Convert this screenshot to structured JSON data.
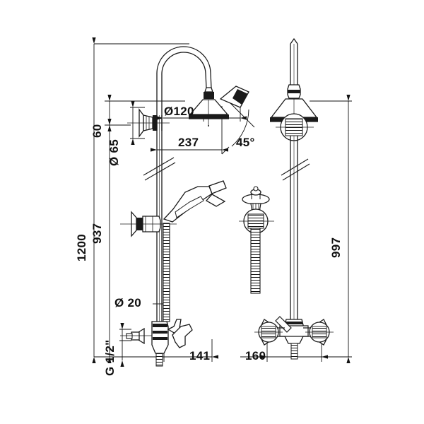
{
  "drawing": {
    "title": "Shower column technical dimension drawing",
    "background_color": "#ffffff",
    "line_color": "#1a1a1a",
    "dimension_color": "#111111",
    "views": [
      {
        "name": "side-elevation-view",
        "label": ""
      },
      {
        "name": "front-elevation-view",
        "label": ""
      },
      {
        "name": "handset-holder-detail-view",
        "label": ""
      }
    ]
  },
  "dimensions": {
    "overall_height": "1200",
    "riser_height": "937",
    "head_offset_vertical": "60",
    "wall_flange_diameter": "Ø 65",
    "shower_head_diameter": "Ø120",
    "head_projection": "237",
    "head_angle": "45°",
    "riser_tube_diameter": "Ø 20",
    "inlet_thread": "G 1/2\"",
    "side_projection": "141",
    "front_width": "160",
    "front_height": "997"
  },
  "labels": {
    "overall_height": "1200",
    "riser_height": "937",
    "head_offset_vertical": "60",
    "wall_flange_diameter": "Ø 65",
    "shower_head_diameter": "Ø120",
    "head_projection": "237",
    "head_angle": "45°",
    "riser_tube_diameter": "Ø 20",
    "inlet_thread": "G 1/2\"",
    "side_projection": "141",
    "front_width": "160",
    "front_height": "997"
  },
  "components": {
    "gooseneck_arm": "gooseneck-arm",
    "shower_head": "shower-head",
    "wall_flange": "wall-flange",
    "riser_pipe": "riser-pipe",
    "handset": "hand-shower-handset",
    "flex_hose": "flexible-hose",
    "handset_bracket": "handset-wall-bracket",
    "mixer_body": "mixer-body",
    "cross_handle_left": "cross-handle-left",
    "cross_handle_right": "cross-handle-right",
    "inlet_connector": "inlet-connector",
    "break_line": "break-line"
  }
}
